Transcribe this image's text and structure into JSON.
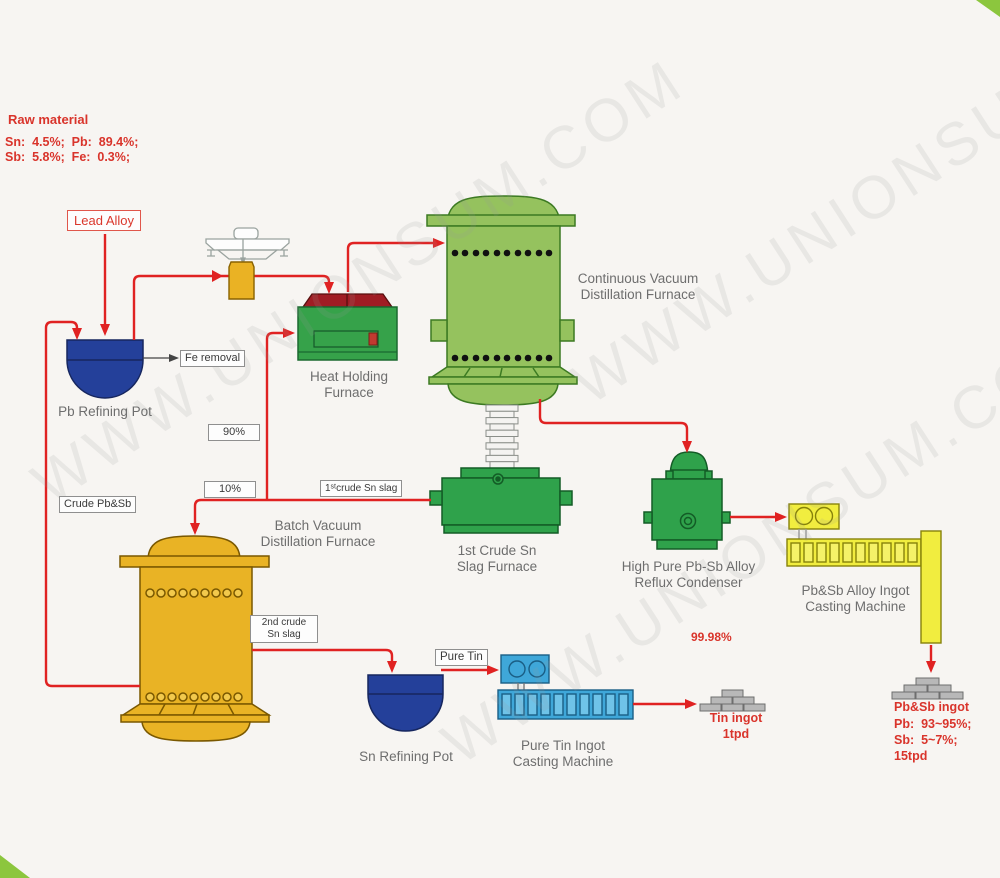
{
  "watermark": {
    "text": "WWW.UNIONSUM.COM"
  },
  "colors": {
    "flow_red": "#e02222",
    "text_red": "#d9342b",
    "green_light": "#95c25e",
    "green_mid": "#2fa24b",
    "yellow": "#e9b325",
    "yellow_bright": "#f1ed3f",
    "blue_navy": "#24409a",
    "blue_light": "#3fa7d9",
    "gray_ingot": "#b8b8b8",
    "corner_green": "#8cc63e"
  },
  "raw_material": {
    "title": "Raw material",
    "line1": "Sn:  4.5%;  Pb:  89.4%;",
    "line2": "Sb:  5.8%;  Fe:  0.3%;"
  },
  "labels": {
    "lead_alloy": "Lead Alloy",
    "fe_removal": "Fe removal",
    "pct_90": "90%",
    "pct_10": "10%",
    "crude_pbsb": "Crude Pb&Sb",
    "first_crude_sn_slag": "1ˢᵗcrude Sn slag",
    "second_crude_line1": "2nd crude",
    "second_crude_line2": "Sn slag",
    "pure_tin": "Pure Tin",
    "purity": "99.98%"
  },
  "equipment": {
    "pb_refining_pot": "Pb Refining Pot",
    "heat_holding_furnace": [
      "Heat Holding",
      "Furnace"
    ],
    "continuous_furnace": [
      "Continuous Vacuum",
      "Distillation Furnace"
    ],
    "slag_furnace": [
      "1st Crude Sn",
      "Slag Furnace"
    ],
    "batch_furnace": [
      "Batch Vacuum",
      "Distillation Furnace"
    ],
    "reflux_condenser": [
      "High Pure Pb-Sb Alloy",
      "Reflux Condenser"
    ],
    "pbsb_casting_machine": [
      "Pb&Sb Alloy Ingot",
      "Casting Machine"
    ],
    "sn_refining_pot": "Sn Refining Pot",
    "tin_casting_machine": [
      "Pure Tin Ingot",
      "Casting Machine"
    ]
  },
  "products": {
    "tin_ingot": {
      "name": "Tin ingot",
      "rate": "1tpd"
    },
    "pbsb_ingot": {
      "name": "Pb&Sb ingot",
      "pb": "Pb:  93~95%;",
      "sb": "Sb:  5~7%;",
      "rate": "15tpd"
    }
  }
}
